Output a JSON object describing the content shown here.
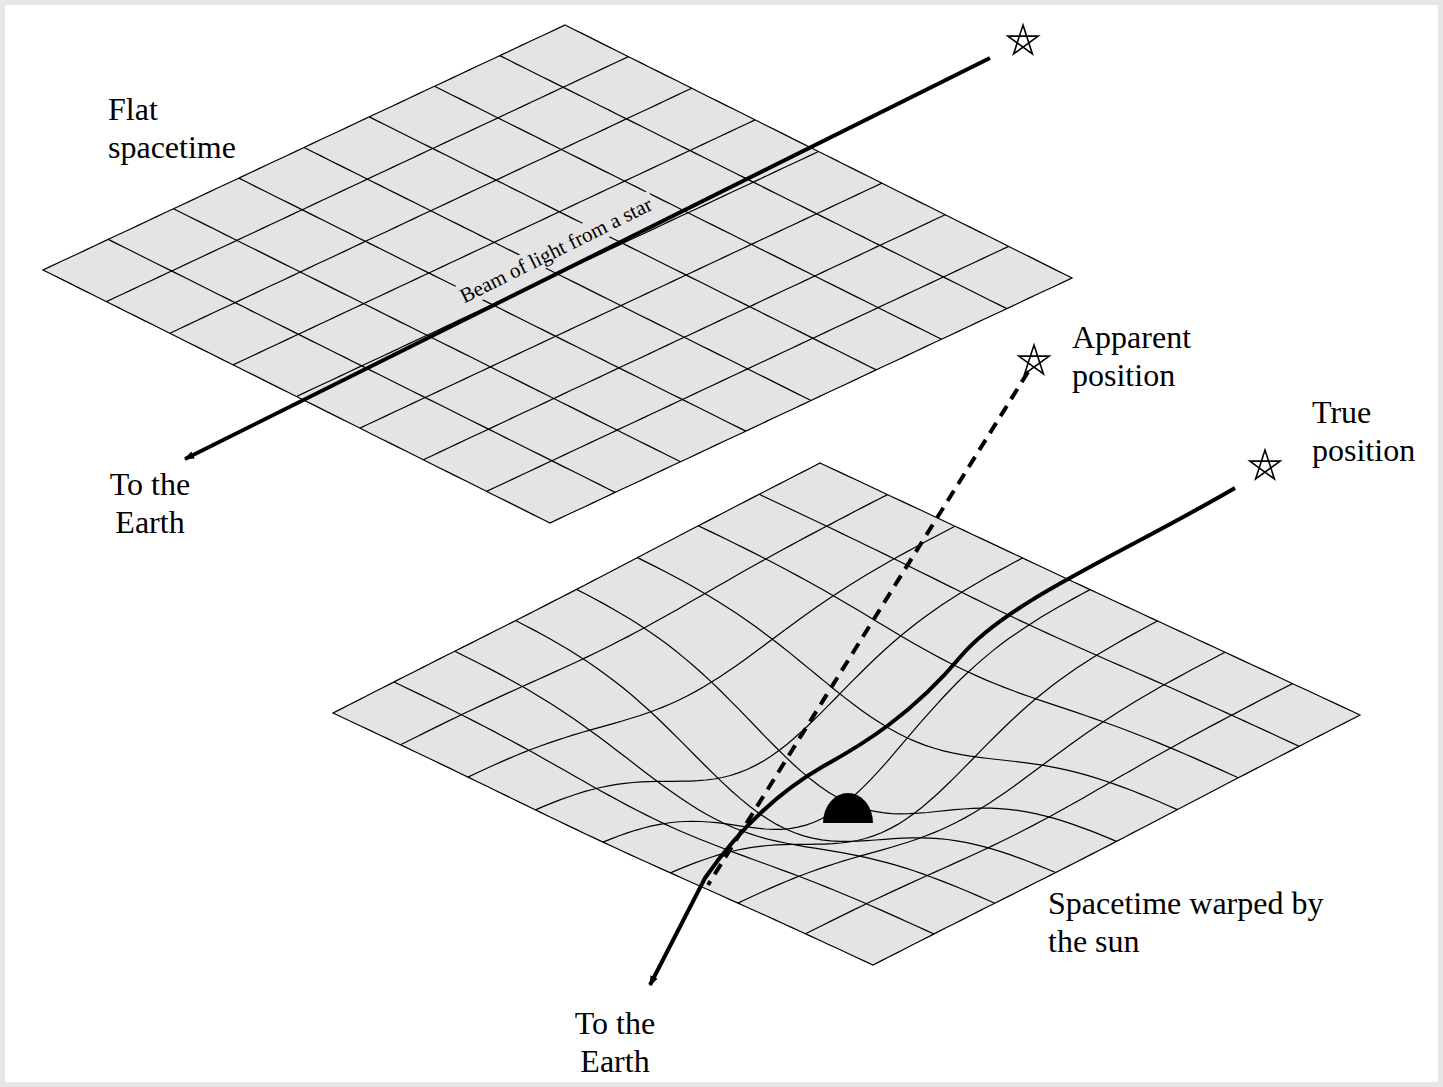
{
  "diagram": {
    "labels": [
      "Flat spacetime",
      "Beam of light from a star",
      "To the Earth",
      "Apparent position",
      "True position",
      "To the Earth",
      "Spacetime warped by the sun"
    ]
  }
}
